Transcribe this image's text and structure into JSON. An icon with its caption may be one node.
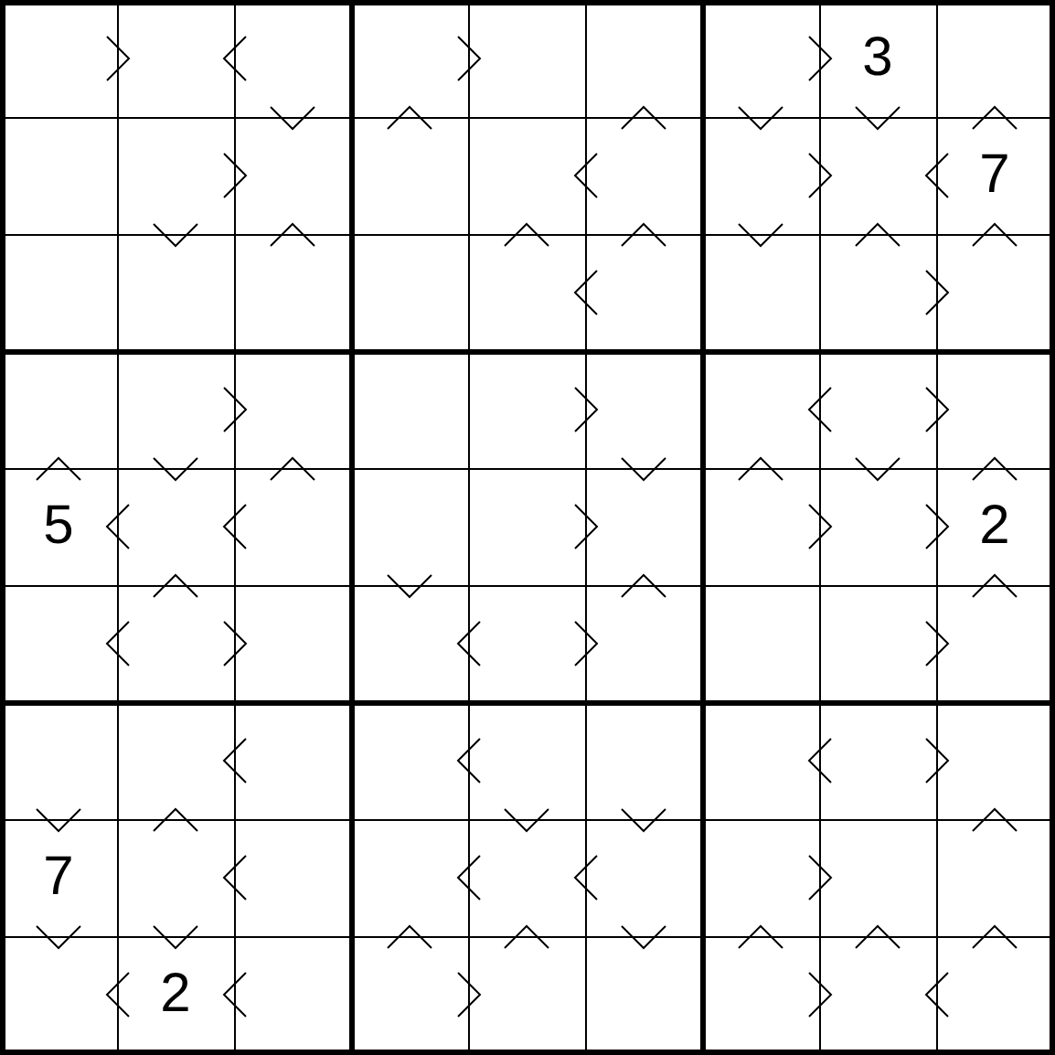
{
  "diagram": {
    "labels": [
      "3",
      "7",
      "5",
      "2",
      "7",
      "2"
    ]
  }
}
